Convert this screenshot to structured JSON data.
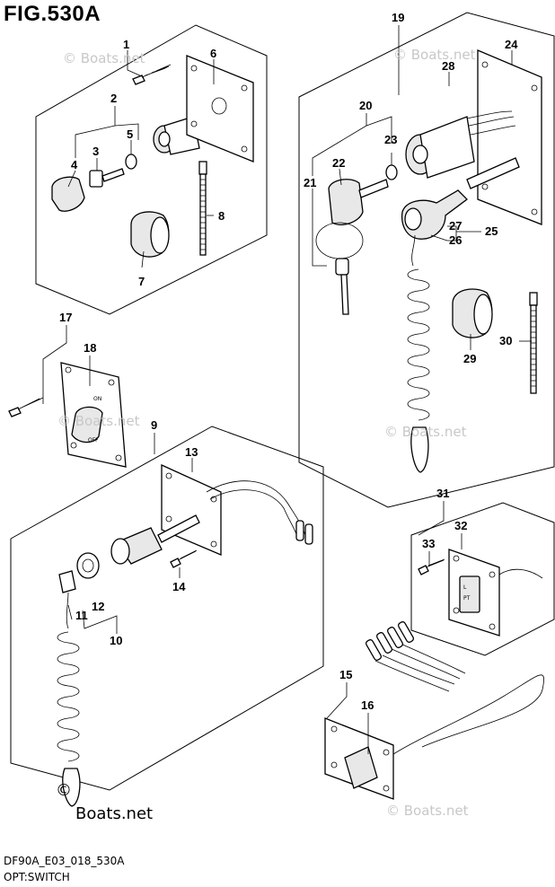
{
  "figure": {
    "title": "FIG.530A",
    "footer_code": "DF90A_E03_018_530A",
    "footer_name": "OPT:SWITCH"
  },
  "watermark": {
    "text": "© Boats.net",
    "copyright_symbol": "©",
    "brand": "Boats.net"
  },
  "callouts": [
    "1",
    "2",
    "3",
    "4",
    "5",
    "6",
    "7",
    "8",
    "9",
    "10",
    "11",
    "12",
    "13",
    "14",
    "15",
    "16",
    "17",
    "18",
    "19",
    "20",
    "21",
    "22",
    "23",
    "24",
    "25",
    "26",
    "27",
    "28",
    "29",
    "30",
    "31",
    "32",
    "33"
  ],
  "switch_marks": {
    "on": "ON",
    "off": "OFF",
    "l": "L",
    "pt": "PT"
  }
}
